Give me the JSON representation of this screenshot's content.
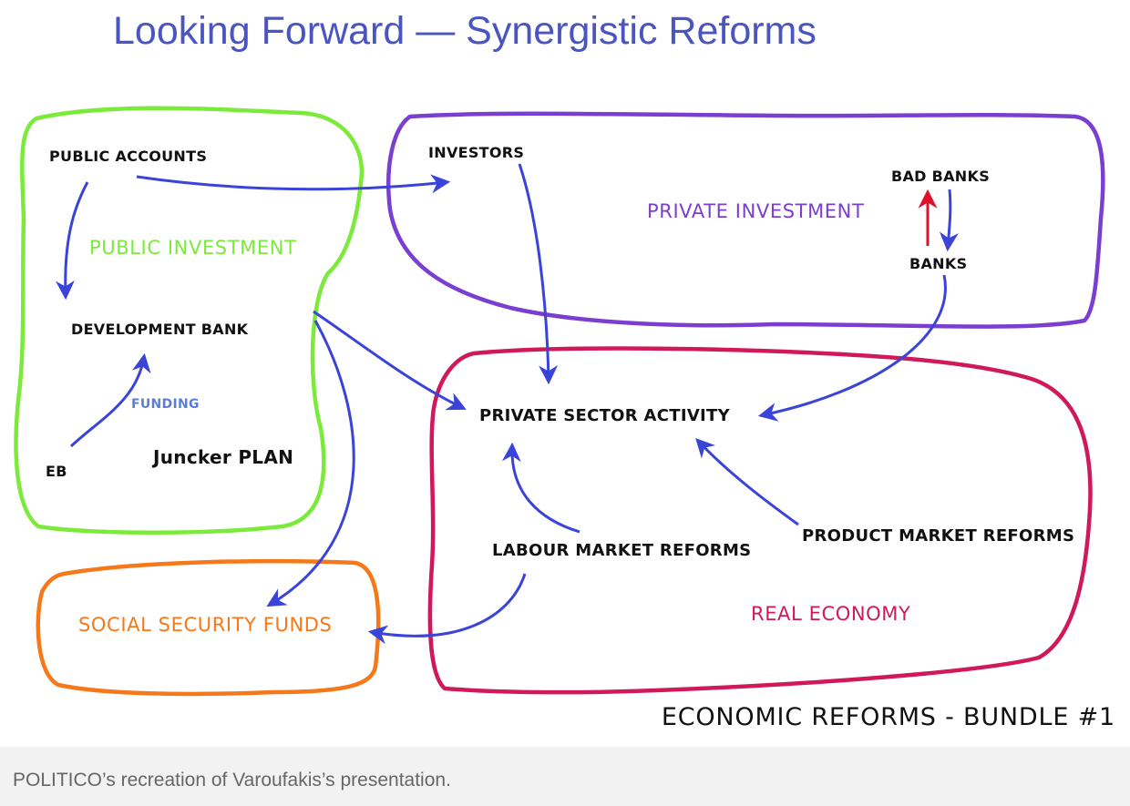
{
  "title": "Looking Forward — Synergistic Reforms",
  "regions": {
    "public_investment": "PUBLIC INVESTMENT",
    "private_investment": "PRIVATE INVESTMENT",
    "real_economy": "REAL ECONOMY",
    "social_security_funds": "SOCIAL SECURITY FUNDS"
  },
  "nodes": {
    "public_accounts": "PUBLIC ACCOUNTS",
    "investors": "INVESTORS",
    "bad_banks": "BAD BANKS",
    "banks": "BANKS",
    "development_bank": "DEVELOPMENT BANK",
    "funding": "FUNDING",
    "eb": "EB",
    "juncker_plan": "Juncker PLAN",
    "private_sector_activity": "PRIVATE SECTOR ACTIVITY",
    "labour_market_reforms": "LABOUR MARKET REFORMS",
    "product_market_reforms": "PRODUCT MARKET REFORMS"
  },
  "bundle_label": "ECONOMIC REFORMS - BUNDLE #1",
  "caption": "POLITICO’s recreation of Varoufakis’s presentation.",
  "colors": {
    "title": "#4a55c0",
    "public_investment": "#7cea3a",
    "private_investment": "#7a3fd0",
    "real_economy": "#d0195a",
    "social_security_funds": "#f5791b",
    "arrow": "#3a44d8",
    "bad_bank_arrow": "#e0102a",
    "funding_text": "#5a7ed8"
  }
}
